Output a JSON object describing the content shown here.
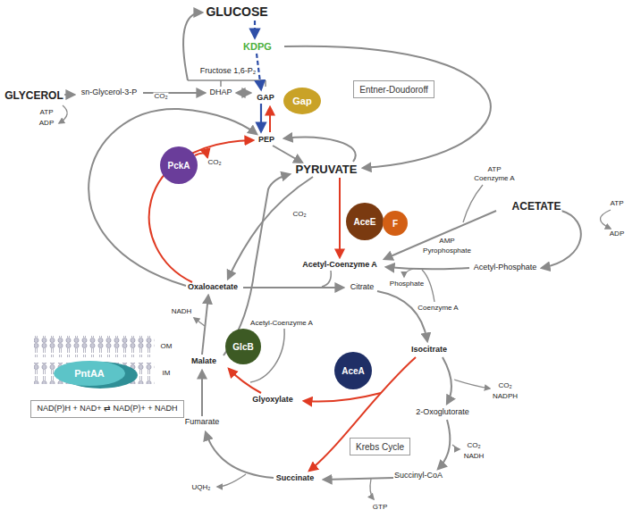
{
  "diagram": {
    "nodes": [
      {
        "text": [
          "Gap"
        ]
      },
      {
        "text": [
          "Entner-Doudoroff"
        ]
      },
      {
        "text": [
          "PckA"
        ]
      },
      {
        "text": [
          "AceE"
        ]
      },
      {
        "text": [
          "F"
        ]
      },
      {
        "text": [
          "GlcB"
        ]
      },
      {
        "text": [
          "AceA"
        ]
      },
      {
        "text": [
          "Krebs Cycle"
        ]
      },
      {
        "text": [
          "PntAA"
        ]
      },
      {
        "text": [
          "NAD(P)H + NAD+ ⇄ NAD(P)+ + NADH"
        ]
      }
    ],
    "labels": [
      "GLUCOSE",
      "KDPG",
      "Fructose 1,6-P₂",
      "GLYCEROL",
      "ATP",
      "ADP",
      "sn-Glycerol-3-P",
      "DHAP",
      "GAP",
      "CO₂",
      "PEP",
      "CO₂",
      "PYRUVATE",
      "CO₂",
      "ATP",
      "Coenzyme A",
      "ACETATE",
      "ATP",
      "ADP",
      "AMP",
      "Pyrophosphate",
      "Acetyl-Coenzyme A",
      "Acetyl-Phosphate",
      "Phosphate",
      "Coenzyme A",
      "Oxaloacetate",
      "Citrate",
      "NADH",
      "Isocitrate",
      "Acetyl-Coenzyme A",
      "Malate",
      "Glyoxylate",
      "CO₂",
      "NADPH",
      "2-Oxoglutorate",
      "Fumarate",
      "CO₂",
      "NADH",
      "Succinyl-CoA",
      "Succinate",
      "UQH₂",
      "GTP",
      "OM",
      "IM"
    ]
  }
}
